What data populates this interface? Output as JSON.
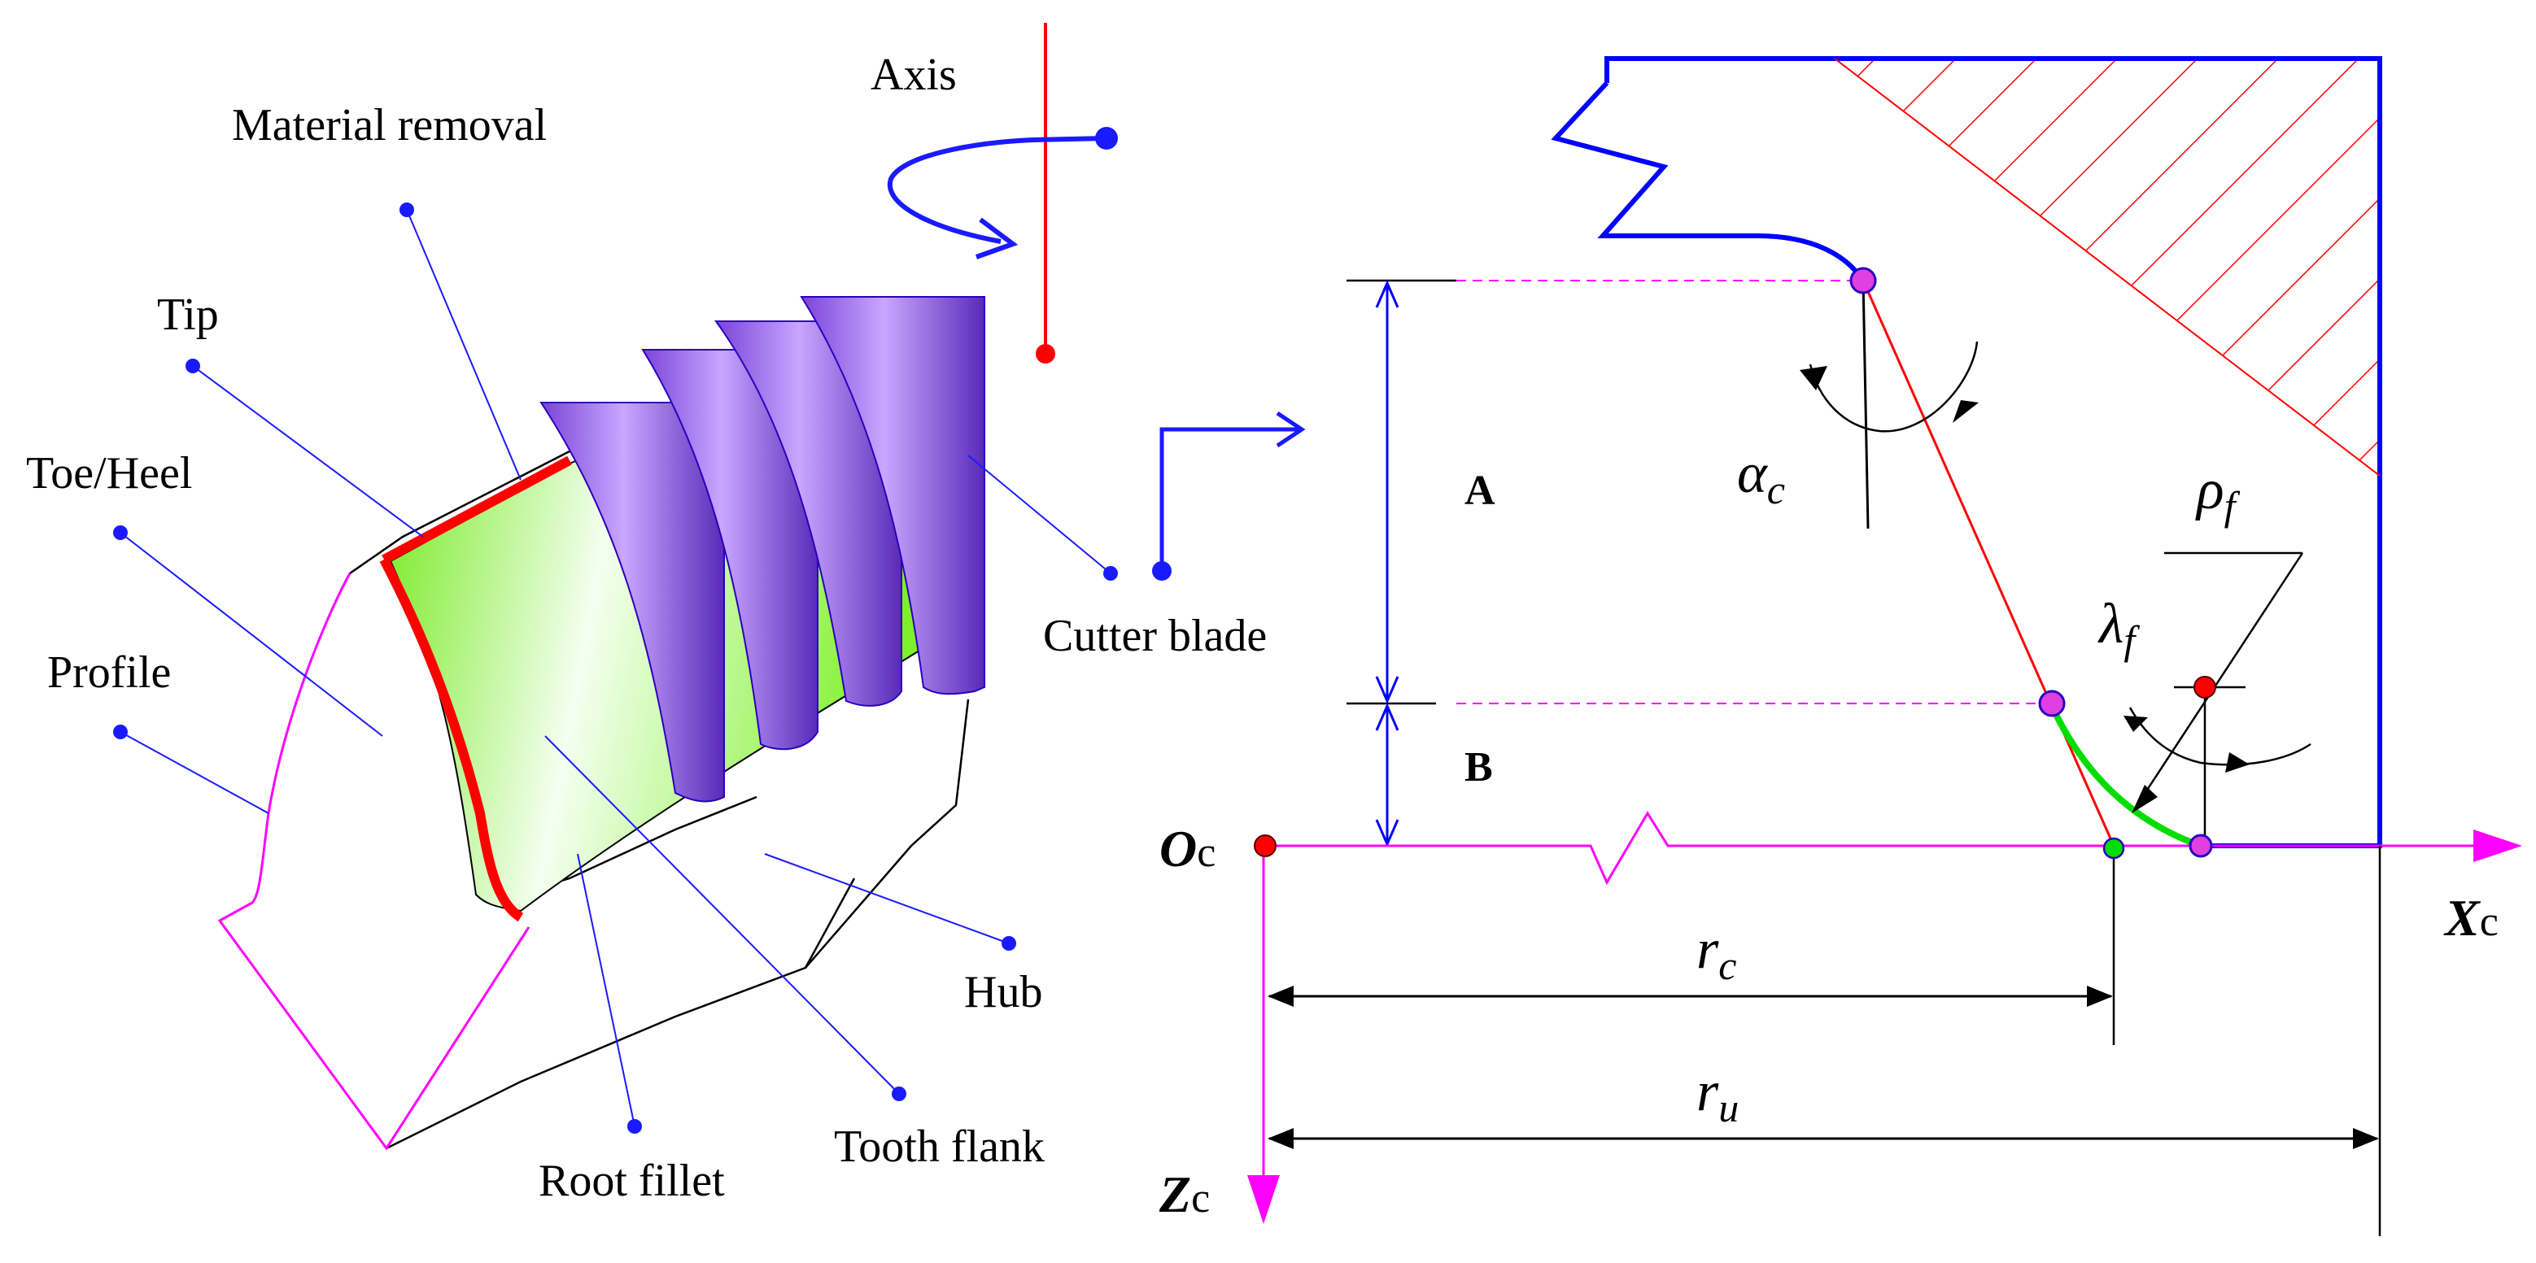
{
  "figure": {
    "labels": {
      "axis": "Axis",
      "material_removal": "Material removal",
      "tip": "Tip",
      "toe_heel": "Toe/Heel",
      "profile": "Profile",
      "cutter_blade": "Cutter blade",
      "hub": "Hub",
      "root_fillet": "Root fillet",
      "tooth_flank": "Tooth flank"
    },
    "blade_profile": {
      "A": "A",
      "B": "B",
      "alpha": {
        "main": "α",
        "sub": "c"
      },
      "rho": {
        "main": "ρ",
        "sub": "f"
      },
      "lambda": {
        "main": "λ",
        "sub": "f"
      },
      "origin": {
        "main": "O",
        "sub": "c"
      },
      "x_axis": {
        "main": "X",
        "sub": "c"
      },
      "z_axis": {
        "main": "Z",
        "sub": "c"
      },
      "rc": {
        "main": "r",
        "sub": "c"
      },
      "ru": {
        "main": "r",
        "sub": "u"
      }
    },
    "colors": {
      "leader": "#1a1aff",
      "axis_red": "#ff0000",
      "blade_blue": "#0000ff",
      "magenta": "#ff00ff",
      "green": "#00dd00",
      "purple": "#8a4fe0",
      "flank_green": "#7ef02a"
    }
  }
}
